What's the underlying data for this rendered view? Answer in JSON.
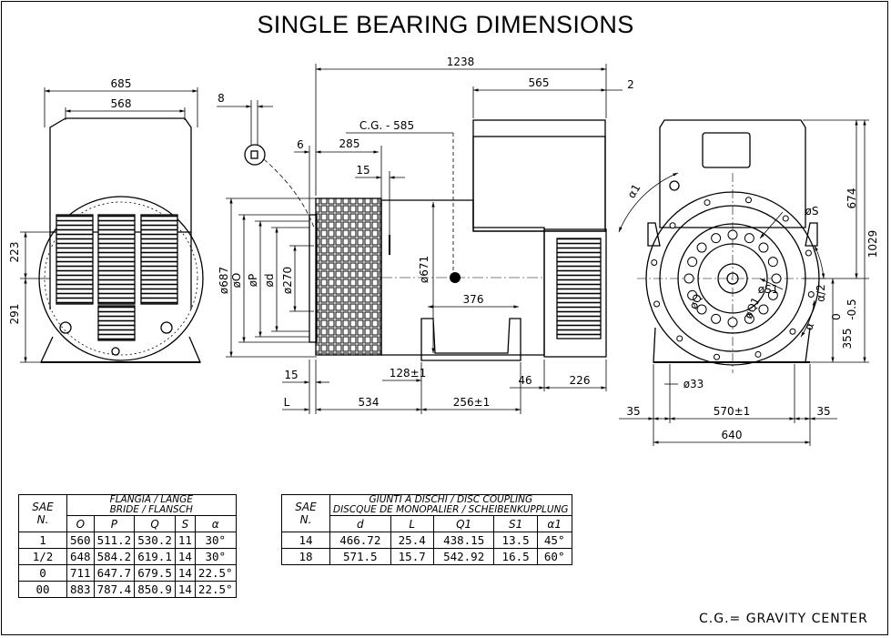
{
  "title": "SINGLE BEARING DIMENSIONS",
  "footer": "C.G.= GRAVITY CENTER",
  "dims": {
    "front_width_outer": "685",
    "front_width_inner": "568",
    "front_h1": "223",
    "front_h2": "291",
    "side_total": "1238",
    "side_565": "565",
    "side_2": "2",
    "side_8": "8",
    "cg": "C.G. - 585",
    "side_6": "6",
    "side_285": "285",
    "side_15_top": "15",
    "dia_687": "ø687",
    "dia_O": "øO",
    "dia_P": "øP",
    "dia_d": "ød",
    "dia_270": "ø270",
    "dia_671": "ø671",
    "side_376": "376",
    "side_128": "128±1",
    "side_46": "46",
    "side_226": "226",
    "side_15_bot": "15",
    "side_L": "L",
    "side_534": "534",
    "side_256": "256±1",
    "rear_674": "674",
    "rear_1029": "1029",
    "rear_355": "355",
    "rear_0": "0",
    "rear_neg05": "-0.5",
    "rear_a1": "α1",
    "rear_a2": "α/2",
    "rear_a": "α",
    "rear_S": "øS",
    "rear_S1": "øS1",
    "rear_Q": "øQ",
    "rear_Q1": "øQ1",
    "rear_33": "ø33",
    "rear_35_left": "35",
    "rear_570": "570±1",
    "rear_35_right": "35",
    "rear_640": "640"
  },
  "table1": {
    "sae_header": [
      "SAE",
      "N."
    ],
    "group_header": [
      "FLANGIA / LANGE",
      "BRIDE / FLANSCH"
    ],
    "columns": [
      "O",
      "P",
      "Q",
      "S",
      "α"
    ],
    "rows": [
      {
        "sae": "1",
        "cells": [
          "560",
          "511.2",
          "530.2",
          "11",
          "30°"
        ]
      },
      {
        "sae": "1/2",
        "cells": [
          "648",
          "584.2",
          "619.1",
          "14",
          "30°"
        ]
      },
      {
        "sae": "0",
        "cells": [
          "711",
          "647.7",
          "679.5",
          "14",
          "22.5°"
        ]
      },
      {
        "sae": "00",
        "cells": [
          "883",
          "787.4",
          "850.9",
          "14",
          "22.5°"
        ]
      }
    ]
  },
  "table2": {
    "sae_header": [
      "SAE",
      "N."
    ],
    "group_header": [
      "GIUNTI A DISCHI / DISC COUPLING",
      "DISCQUE DE MONOPALIER / SCHEIBENKUPPLUNG"
    ],
    "columns": [
      "d",
      "L",
      "Q1",
      "S1",
      "α1"
    ],
    "rows": [
      {
        "sae": "14",
        "cells": [
          "466.72",
          "25.4",
          "438.15",
          "13.5",
          "45°"
        ]
      },
      {
        "sae": "18",
        "cells": [
          "571.5",
          "15.7",
          "542.92",
          "16.5",
          "60°"
        ]
      }
    ]
  }
}
